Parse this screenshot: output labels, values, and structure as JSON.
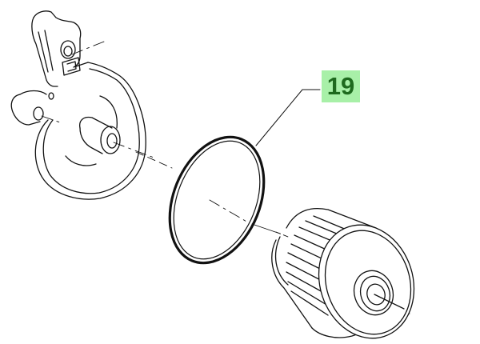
{
  "diagram": {
    "type": "exploded-parts-diagram",
    "parts": [
      {
        "name": "oil-filter-cover",
        "label": ""
      },
      {
        "name": "o-ring",
        "label": "19"
      },
      {
        "name": "oil-filter-cartridge",
        "label": ""
      }
    ],
    "callout": {
      "number": "19",
      "background": "#a8f0a8",
      "color": "#1e6a1e"
    }
  }
}
